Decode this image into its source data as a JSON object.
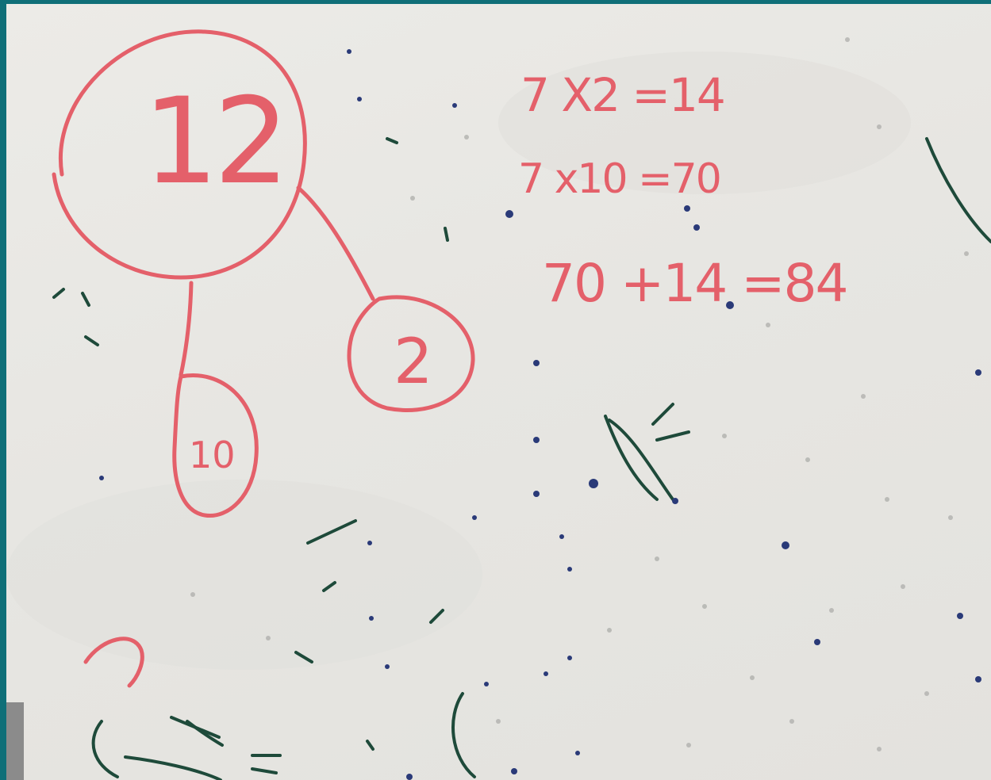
{
  "whiteboard": {
    "ink_colors": {
      "red": "#e4606a",
      "green": "#1e4a3a",
      "blue": "#2a3a78"
    },
    "number_bond": {
      "whole": "12",
      "part_left": "10",
      "part_right": "2"
    },
    "equations": [
      "7 X2 =14",
      "7 x10 =70",
      "70 +14 =84"
    ]
  }
}
